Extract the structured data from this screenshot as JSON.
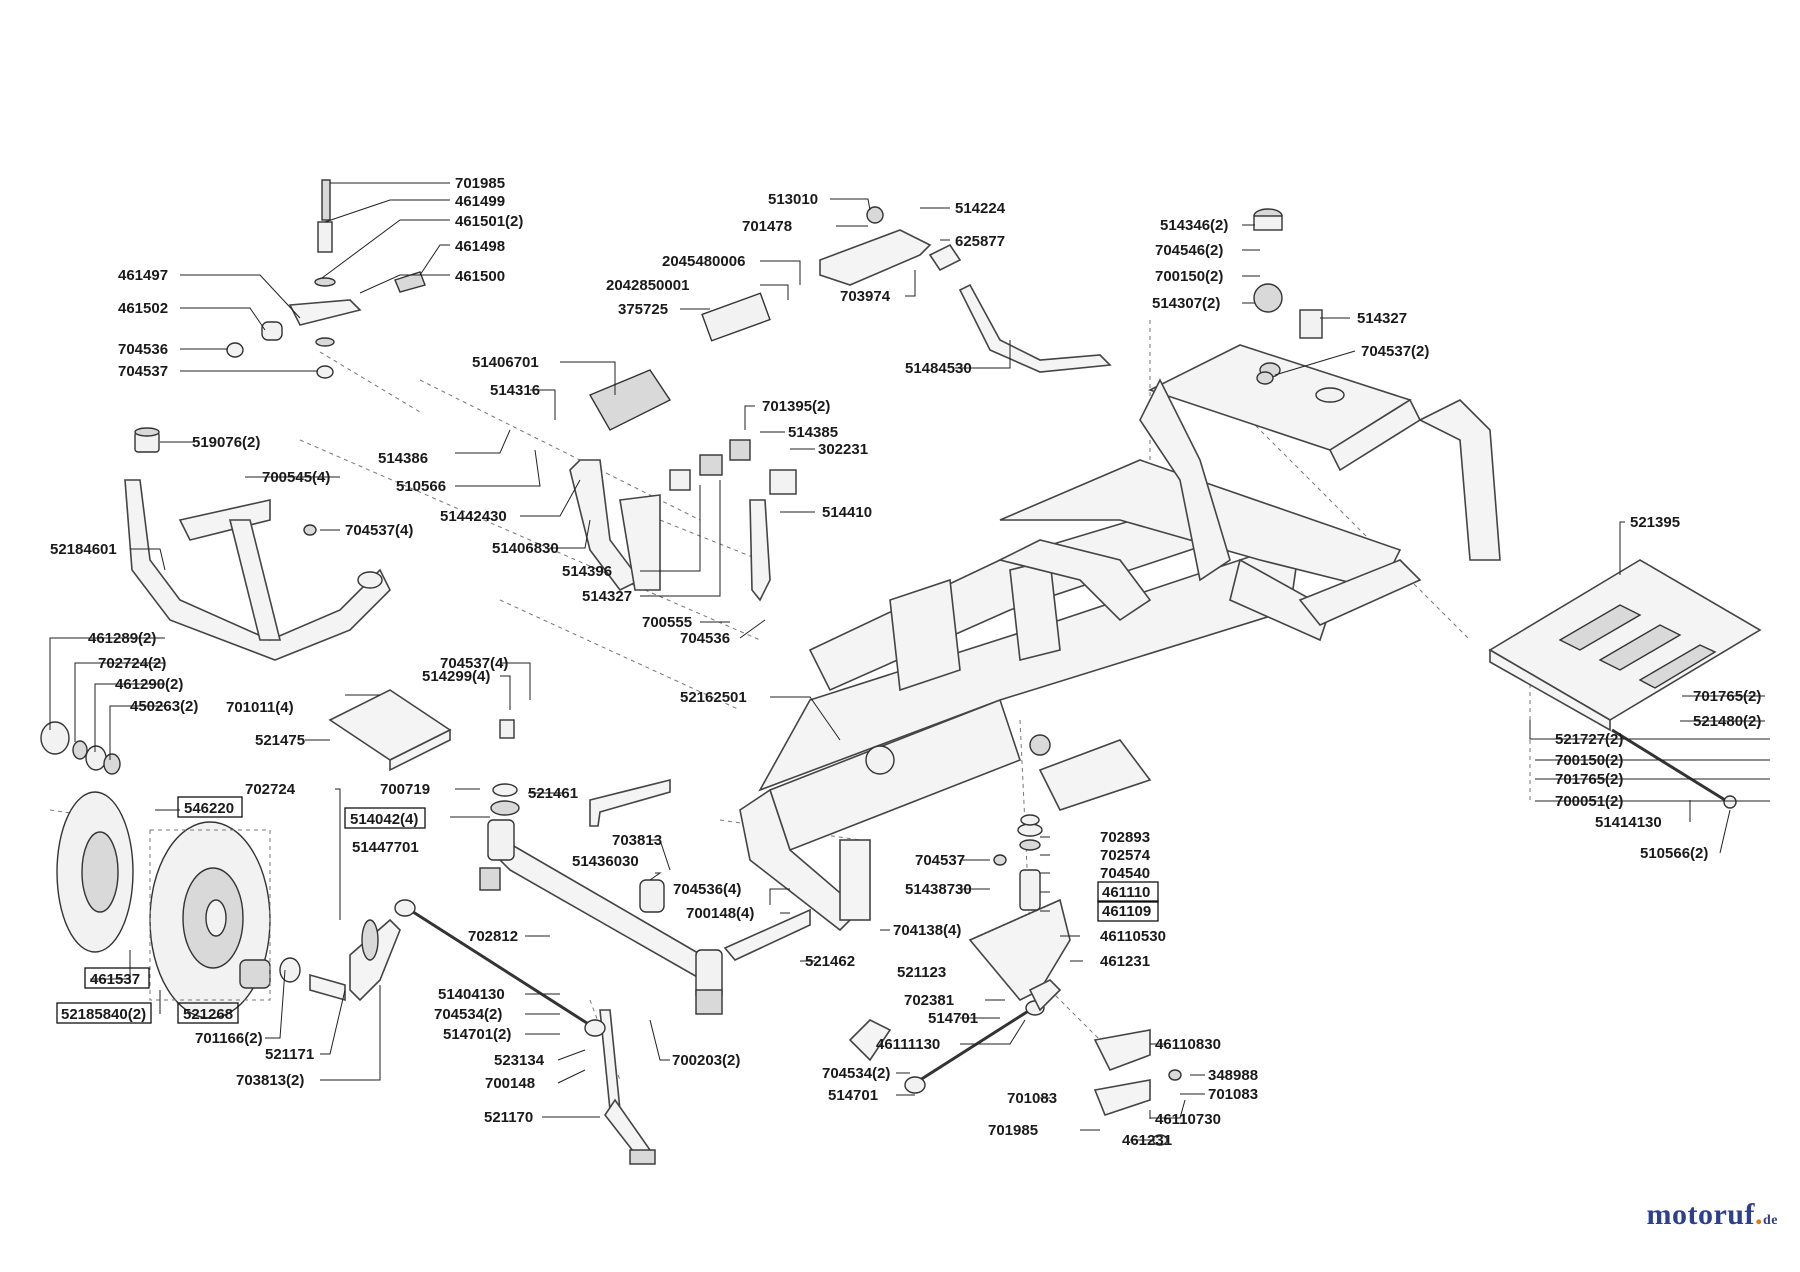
{
  "diagram": {
    "labels": [
      {
        "id": "l701985a",
        "text": "701985"
      },
      {
        "id": "l461499",
        "text": "461499"
      },
      {
        "id": "l461501",
        "text": "461501(2)"
      },
      {
        "id": "l461498",
        "text": "461498"
      },
      {
        "id": "l461500",
        "text": "461500"
      },
      {
        "id": "l461497",
        "text": "461497"
      },
      {
        "id": "l461502",
        "text": "461502"
      },
      {
        "id": "l704536a",
        "text": "704536"
      },
      {
        "id": "l704537a",
        "text": "704537"
      },
      {
        "id": "l519076",
        "text": "519076(2)"
      },
      {
        "id": "l700545",
        "text": "700545(4)"
      },
      {
        "id": "l704537b",
        "text": "704537(4)"
      },
      {
        "id": "l52184601",
        "text": "52184601"
      },
      {
        "id": "l513010",
        "text": "513010"
      },
      {
        "id": "l514224",
        "text": "514224"
      },
      {
        "id": "l701478",
        "text": "701478"
      },
      {
        "id": "l625877",
        "text": "625877"
      },
      {
        "id": "l2045480006",
        "text": "2045480006"
      },
      {
        "id": "l2042850001",
        "text": "2042850001"
      },
      {
        "id": "l703974",
        "text": "703974"
      },
      {
        "id": "l375725",
        "text": "375725"
      },
      {
        "id": "l51484530",
        "text": "51484530"
      },
      {
        "id": "l514346",
        "text": "514346(2)"
      },
      {
        "id": "l704546",
        "text": "704546(2)"
      },
      {
        "id": "l700150a",
        "text": "700150(2)"
      },
      {
        "id": "l514307",
        "text": "514307(2)"
      },
      {
        "id": "l514327a",
        "text": "514327"
      },
      {
        "id": "l704537c",
        "text": "704537(2)"
      },
      {
        "id": "l51406701",
        "text": "51406701"
      },
      {
        "id": "l514316",
        "text": "514316"
      },
      {
        "id": "l701395",
        "text": "701395(2)"
      },
      {
        "id": "l514385",
        "text": "514385"
      },
      {
        "id": "l302231",
        "text": "302231"
      },
      {
        "id": "l514386",
        "text": "514386"
      },
      {
        "id": "l510566a",
        "text": "510566"
      },
      {
        "id": "l51442430",
        "text": "51442430"
      },
      {
        "id": "l514410",
        "text": "514410"
      },
      {
        "id": "l51406830",
        "text": "51406830"
      },
      {
        "id": "l514396",
        "text": "514396"
      },
      {
        "id": "l514327b",
        "text": "514327"
      },
      {
        "id": "l700555",
        "text": "700555"
      },
      {
        "id": "l704536b",
        "text": "704536"
      },
      {
        "id": "l521395",
        "text": "521395"
      },
      {
        "id": "l461289",
        "text": "461289(2)"
      },
      {
        "id": "l702724a",
        "text": "702724(2)"
      },
      {
        "id": "l461290",
        "text": "461290(2)"
      },
      {
        "id": "l450263",
        "text": "450263(2)"
      },
      {
        "id": "l704537d",
        "text": "704537(4)"
      },
      {
        "id": "l514299",
        "text": "514299(4)"
      },
      {
        "id": "l701011",
        "text": "701011(4)"
      },
      {
        "id": "l52162501",
        "text": "52162501"
      },
      {
        "id": "l521475",
        "text": "521475"
      },
      {
        "id": "l701765a",
        "text": "701765(2)"
      },
      {
        "id": "l521480",
        "text": "521480(2)"
      },
      {
        "id": "l521727",
        "text": "521727(2)"
      },
      {
        "id": "l700150b",
        "text": "700150(2)"
      },
      {
        "id": "l701765b",
        "text": "701765(2)"
      },
      {
        "id": "l700051",
        "text": "700051(2)"
      },
      {
        "id": "l51414130",
        "text": "51414130"
      },
      {
        "id": "l510566b",
        "text": "510566(2)"
      },
      {
        "id": "l702724b",
        "text": "702724"
      },
      {
        "id": "l700719",
        "text": "700719"
      },
      {
        "id": "l546220",
        "text": "546220",
        "boxed": true
      },
      {
        "id": "l514042",
        "text": "514042(4)",
        "boxed": true
      },
      {
        "id": "l521461",
        "text": "521461"
      },
      {
        "id": "l51447701",
        "text": "51447701"
      },
      {
        "id": "l703813a",
        "text": "703813"
      },
      {
        "id": "l51436030",
        "text": "51436030"
      },
      {
        "id": "l702893",
        "text": "702893"
      },
      {
        "id": "l702574",
        "text": "702574"
      },
      {
        "id": "l704537e",
        "text": "704537"
      },
      {
        "id": "l704540",
        "text": "704540"
      },
      {
        "id": "l51438730",
        "text": "51438730"
      },
      {
        "id": "l461110",
        "text": "461110",
        "boxed": true
      },
      {
        "id": "l461109",
        "text": "461109",
        "boxed": true
      },
      {
        "id": "l704536c",
        "text": "704536(4)"
      },
      {
        "id": "l700148a",
        "text": "700148(4)"
      },
      {
        "id": "l704138",
        "text": "704138(4)"
      },
      {
        "id": "l46110530",
        "text": "46110530"
      },
      {
        "id": "l702812",
        "text": "702812"
      },
      {
        "id": "l521462",
        "text": "521462"
      },
      {
        "id": "l521123",
        "text": "521123"
      },
      {
        "id": "l461231a",
        "text": "461231"
      },
      {
        "id": "l461537",
        "text": "461537",
        "boxed": true
      },
      {
        "id": "l52185840",
        "text": "52185840(2)",
        "boxed": true
      },
      {
        "id": "l521268",
        "text": "521268",
        "boxed": true
      },
      {
        "id": "l701166",
        "text": "701166(2)"
      },
      {
        "id": "l521171",
        "text": "521171"
      },
      {
        "id": "l703813b",
        "text": "703813(2)"
      },
      {
        "id": "l51404130",
        "text": "51404130"
      },
      {
        "id": "l704534a",
        "text": "704534(2)"
      },
      {
        "id": "l514701a",
        "text": "514701(2)"
      },
      {
        "id": "l523134",
        "text": "523134"
      },
      {
        "id": "l700148b",
        "text": "700148"
      },
      {
        "id": "l521170",
        "text": "521170"
      },
      {
        "id": "l700203",
        "text": "700203(2)"
      },
      {
        "id": "l702381",
        "text": "702381"
      },
      {
        "id": "l514701b",
        "text": "514701"
      },
      {
        "id": "l46111130",
        "text": "46111130"
      },
      {
        "id": "l46110830",
        "text": "46110830"
      },
      {
        "id": "l704534b",
        "text": "704534(2)"
      },
      {
        "id": "l348988",
        "text": "348988"
      },
      {
        "id": "l514701c",
        "text": "514701"
      },
      {
        "id": "l701083a",
        "text": "701083"
      },
      {
        "id": "l701083b",
        "text": "701083"
      },
      {
        "id": "l46110730",
        "text": "46110730"
      },
      {
        "id": "l701985b",
        "text": "701985"
      },
      {
        "id": "l461231b",
        "text": "461231"
      }
    ]
  },
  "brand": {
    "name": "motoruf",
    "dot": ".",
    "tld": "de"
  },
  "colors": {
    "ink": "#1a1a1a",
    "brand_blue": "#2e3f8f",
    "brand_orange": "#e07a10"
  }
}
